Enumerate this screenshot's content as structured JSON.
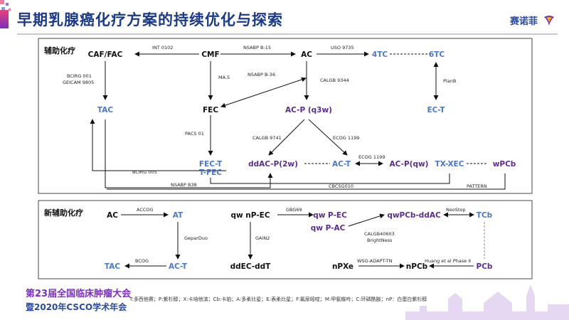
{
  "header": {
    "title": "早期乳腺癌化疗方案的持续优化与探索",
    "brand": "赛诺菲"
  },
  "sections": {
    "adjuvant": "辅助化疗",
    "neoadjuvant": "新辅助化疗"
  },
  "nodes": {
    "caf_fac": "CAF/FAC",
    "cmf": "CMF",
    "ac": "AC",
    "tc4": "4TC",
    "tc6": "6TC",
    "tac1": "TAC",
    "fec": "FEC",
    "acp_q3w": "AC-P (q3w)",
    "ect": "EC-T",
    "fect": "FEC-T",
    "tfec": "T-FEC",
    "ddacp": "ddAC-P(2w)",
    "act1": "AC-T",
    "acp_qw": "AC-P(qw)",
    "txxec": "TX-XEC",
    "wpcb": "wPCb",
    "ac2": "AC",
    "at": "AT",
    "qwnpec": "qw nP-EC",
    "qwpec": "qw P-EC",
    "qwpac": "qw P-AC",
    "qwpcbddac": "qwPCb-ddAC",
    "tcb": "TCb",
    "tac2": "TAC",
    "act2": "AC-T",
    "ddecddt": "ddEC-ddT",
    "npxe": "nPXe",
    "npcb": "nPCb",
    "pcb": "PCb"
  },
  "trials": {
    "int0102": "INT 0102",
    "nsabpb15": "NSABP B-15",
    "uso9735": "USO 9735",
    "bcirg001": "BCIRG 001",
    "geicam9805": "GEICAM 9805",
    "ma5": "MA.5",
    "nsabpb36": "NSABP B-36",
    "calgb9344": "CALGB 9344",
    "planb": "PlanB",
    "pacs01": "PACS 01",
    "calgb9741": "CALGB 9741",
    "ecog1199a": "ECOG 1199",
    "ecog1199b": "ECOG 1199",
    "bcirg005": "BCIRG 005",
    "nsabpb38": "NSABP B38",
    "cbcsg010": "CBCSG010",
    "pattern": "PATTERN",
    "accog": "ACCOG",
    "gbg69": "GBG69",
    "neostop": "NeoStop",
    "geparduo": "GeparDuo",
    "gain2": "GAIN2",
    "calgb40603": "CALGB40603",
    "brightness": "BrightNess",
    "bcog": "BCOG",
    "wsg": "WSG-ADAPT-TN",
    "huang": "Huang et al Phase II"
  },
  "footer": {
    "line1": "第23届全国临床肿瘤大会",
    "line2": "暨2020年CSCO学术年会",
    "legend": "T:多西他赛；P:紫杉醇；X:卡培他滨；Cb:卡铂；A:多柔比星；E:表柔比星；F:氟尿嘧啶；M:甲氨蝶呤；C:环磷酰胺；nP：白蛋白紫杉醇"
  },
  "colors": {
    "black": "#111111",
    "blue": "#4a78c8",
    "purple": "#5b2d8e",
    "title": "#1a3a8c"
  }
}
